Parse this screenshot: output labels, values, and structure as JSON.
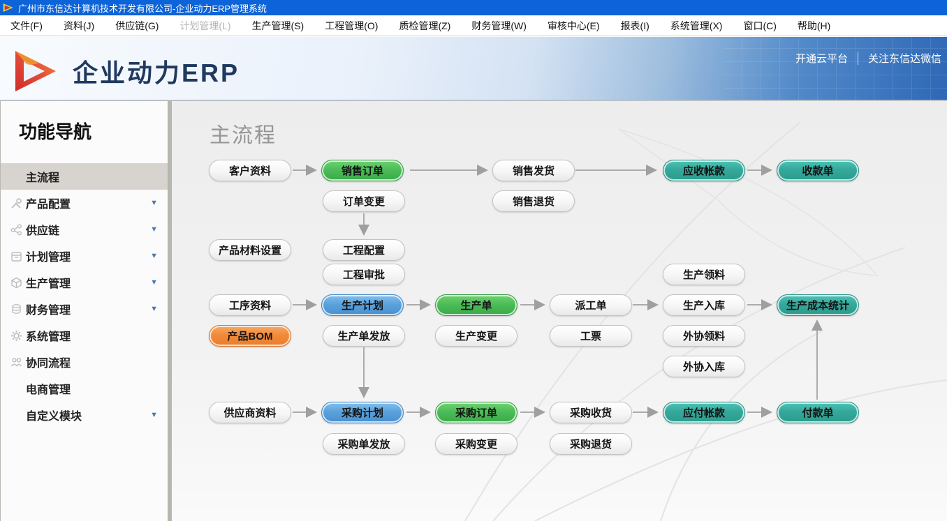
{
  "titlebar": {
    "title": "广州市东信达计算机技术开发有限公司-企业动力ERP管理系统",
    "bg_color": "#0d63d8"
  },
  "menu": {
    "items": [
      {
        "label": "文件(F)",
        "enabled": true
      },
      {
        "label": "资料(J)",
        "enabled": true
      },
      {
        "label": "供应链(G)",
        "enabled": true
      },
      {
        "label": "计划管理(L)",
        "enabled": false
      },
      {
        "label": "生产管理(S)",
        "enabled": true
      },
      {
        "label": "工程管理(O)",
        "enabled": true
      },
      {
        "label": "质检管理(Z)",
        "enabled": true
      },
      {
        "label": "财务管理(W)",
        "enabled": true
      },
      {
        "label": "审核中心(E)",
        "enabled": true
      },
      {
        "label": "报表(I)",
        "enabled": true
      },
      {
        "label": "系统管理(X)",
        "enabled": true
      },
      {
        "label": "窗口(C)",
        "enabled": true
      },
      {
        "label": "帮助(H)",
        "enabled": true
      }
    ]
  },
  "header": {
    "logo_text": "企业动力ERP",
    "links": [
      {
        "label": "开通云平台"
      },
      {
        "label": "关注东信达微信"
      }
    ]
  },
  "sidebar": {
    "title": "功能导航",
    "items": [
      {
        "label": "主流程",
        "icon": "",
        "expandable": false,
        "selected": true
      },
      {
        "label": "产品配置",
        "icon": "tools-icon",
        "expandable": true,
        "selected": false
      },
      {
        "label": "供应链",
        "icon": "share-icon",
        "expandable": true,
        "selected": false
      },
      {
        "label": "计划管理",
        "icon": "calendar-icon",
        "expandable": true,
        "selected": false
      },
      {
        "label": "生产管理",
        "icon": "cube-icon",
        "expandable": true,
        "selected": false
      },
      {
        "label": "财务管理",
        "icon": "coins-icon",
        "expandable": true,
        "selected": false
      },
      {
        "label": "系统管理",
        "icon": "gear-icon",
        "expandable": false,
        "selected": false
      },
      {
        "label": "协同流程",
        "icon": "team-icon",
        "expandable": false,
        "selected": false
      },
      {
        "label": "电商管理",
        "icon": "",
        "expandable": false,
        "selected": false
      },
      {
        "label": "自定义模块",
        "icon": "",
        "expandable": true,
        "selected": false
      }
    ]
  },
  "main": {
    "title": "主流程"
  },
  "flow": {
    "nodes": {
      "customer": {
        "label": "客户资料",
        "color": "white"
      },
      "sales_order": {
        "label": "销售订单",
        "color": "green"
      },
      "sales_delivery": {
        "label": "销售发货",
        "color": "white"
      },
      "ar": {
        "label": "应收帐款",
        "color": "teal"
      },
      "receipt": {
        "label": "收款单",
        "color": "teal"
      },
      "order_change": {
        "label": "订单变更",
        "color": "white"
      },
      "sales_return": {
        "label": "销售退货",
        "color": "white"
      },
      "material_setup": {
        "label": "产品材料设置",
        "color": "white"
      },
      "eng_config": {
        "label": "工程配置",
        "color": "white"
      },
      "eng_approve": {
        "label": "工程审批",
        "color": "white"
      },
      "prod_pick": {
        "label": "生产领料",
        "color": "white"
      },
      "process_data": {
        "label": "工序资料",
        "color": "white"
      },
      "prod_plan": {
        "label": "生产计划",
        "color": "blue"
      },
      "prod_order": {
        "label": "生产单",
        "color": "green"
      },
      "dispatch": {
        "label": "派工单",
        "color": "white"
      },
      "prod_in": {
        "label": "生产入库",
        "color": "white"
      },
      "prod_cost": {
        "label": "生产成本统计",
        "color": "teal"
      },
      "bom": {
        "label": "产品BOM",
        "color": "orange"
      },
      "prod_release": {
        "label": "生产单发放",
        "color": "white"
      },
      "prod_change": {
        "label": "生产变更",
        "color": "white"
      },
      "work_ticket": {
        "label": "工票",
        "color": "white"
      },
      "outsource_pick": {
        "label": "外协领料",
        "color": "white"
      },
      "outsource_in": {
        "label": "外协入库",
        "color": "white"
      },
      "supplier": {
        "label": "供应商资料",
        "color": "white"
      },
      "po_plan": {
        "label": "采购计划",
        "color": "blue"
      },
      "po": {
        "label": "采购订单",
        "color": "green"
      },
      "po_receive": {
        "label": "采购收货",
        "color": "white"
      },
      "ap": {
        "label": "应付帐款",
        "color": "teal"
      },
      "payment": {
        "label": "付款单",
        "color": "teal"
      },
      "po_release": {
        "label": "采购单发放",
        "color": "white"
      },
      "po_change": {
        "label": "采购变更",
        "color": "white"
      },
      "po_return": {
        "label": "采购退货",
        "color": "white"
      }
    }
  },
  "colors": {
    "titlebar_blue": "#0d63d8",
    "pill_green": "#4cbd57",
    "pill_blue": "#5ba2dc",
    "pill_teal": "#34a99b",
    "pill_orange": "#f18a3a",
    "arrow_gray": "#ababab"
  }
}
